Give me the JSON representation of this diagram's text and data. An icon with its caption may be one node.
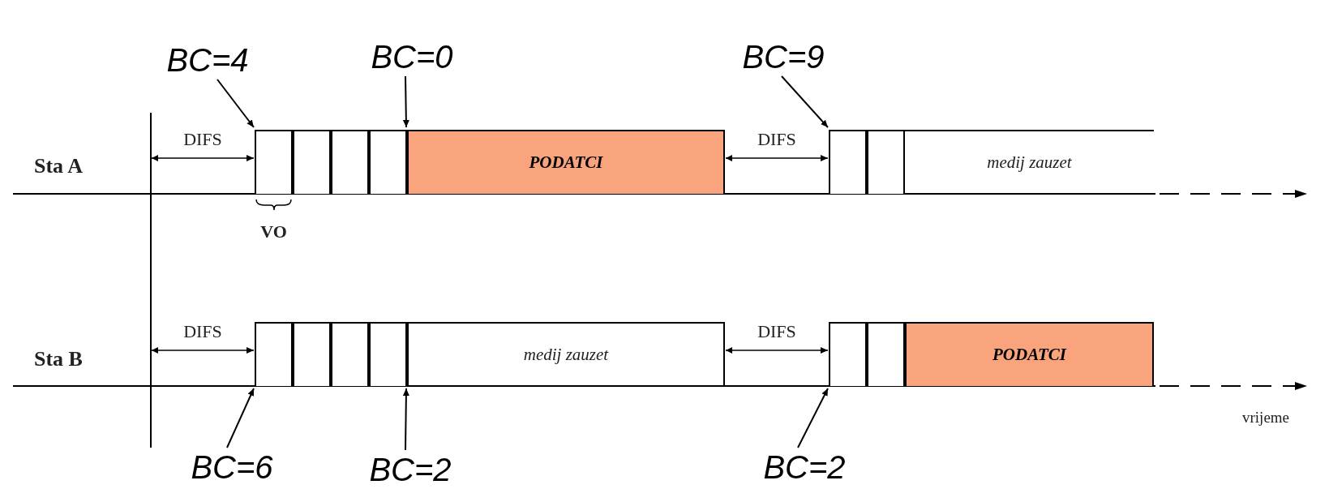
{
  "diagram": {
    "nodes": [
      {
        "text": [
          "BC=4"
        ]
      },
      {
        "text": [
          "BC=0"
        ]
      },
      {
        "text": [
          "BC=9"
        ]
      },
      {
        "text": [],
        "shape": "box"
      },
      {
        "text": [],
        "shape": "box"
      },
      {
        "text": [],
        "shape": "box"
      },
      {
        "text": [],
        "shape": "box"
      },
      {
        "text": [
          "PODATCI"
        ]
      },
      {
        "text": [],
        "shape": "box"
      },
      {
        "text": [],
        "shape": "box"
      },
      {
        "text": [
          "medij zauzet"
        ]
      },
      {
        "text": [],
        "shape": "box"
      },
      {
        "text": [],
        "shape": "box"
      },
      {
        "text": [],
        "shape": "box"
      },
      {
        "text": [],
        "shape": "box"
      },
      {
        "text": [
          "medij zauzet"
        ]
      },
      {
        "text": [],
        "shape": "box"
      },
      {
        "text": [],
        "shape": "box"
      },
      {
        "text": [
          "PODATCI"
        ]
      },
      {
        "text": [
          "BC=6"
        ]
      },
      {
        "text": [
          "BC=2"
        ]
      },
      {
        "text": [
          "BC=2"
        ]
      }
    ],
    "edges": [
      {
        "from": 0,
        "to": 3,
        "arrow": "to"
      },
      {
        "from": 1,
        "to": 7,
        "arrow": "to"
      },
      {
        "from": 2,
        "to": 8,
        "arrow": "to"
      },
      {
        "from": 19,
        "to": 11,
        "arrow": "to"
      },
      {
        "from": 20,
        "to": 15,
        "arrow": "to"
      },
      {
        "from": 21,
        "to": 16,
        "arrow": "to"
      },
      {
        "from": null,
        "to": 3,
        "arrow": "both",
        "label": "DIFS"
      },
      {
        "from": 7,
        "to": 8,
        "arrow": "both",
        "label": "DIFS"
      },
      {
        "from": null,
        "to": 11,
        "arrow": "both",
        "label": "DIFS"
      },
      {
        "from": 15,
        "to": 16,
        "arrow": "both",
        "label": "DIFS"
      }
    ],
    "labels": [
      "Sta A",
      "VO",
      "Sta B",
      "vrijeme"
    ]
  }
}
